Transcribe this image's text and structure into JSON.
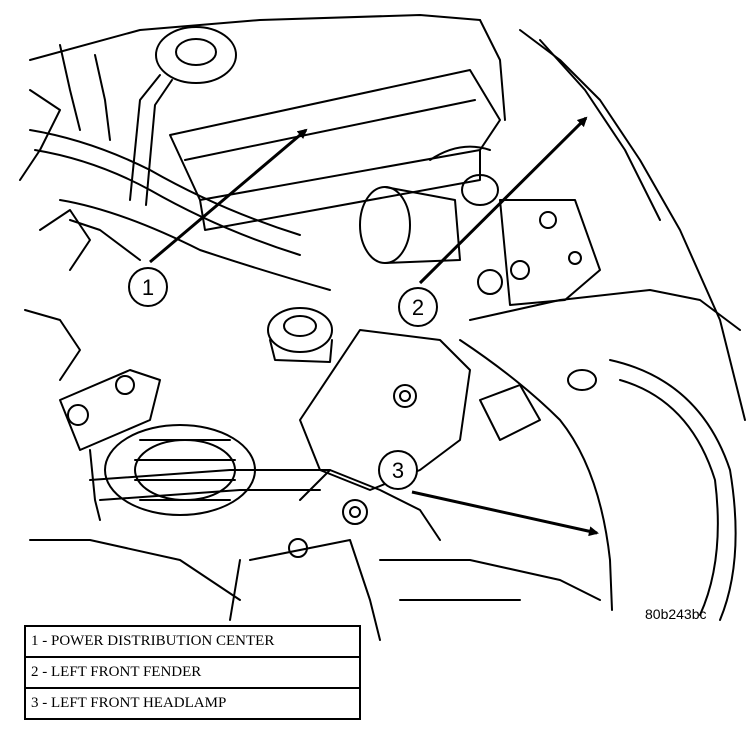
{
  "figure": {
    "id_label": "80b243bc"
  },
  "callouts": [
    {
      "number": "1"
    },
    {
      "number": "2"
    },
    {
      "number": "3"
    }
  ],
  "legend": {
    "items": [
      {
        "text": "1 - POWER DISTRIBUTION CENTER"
      },
      {
        "text": "2 - LEFT FRONT FENDER"
      },
      {
        "text": "3 - LEFT FRONT HEADLAMP"
      }
    ]
  }
}
